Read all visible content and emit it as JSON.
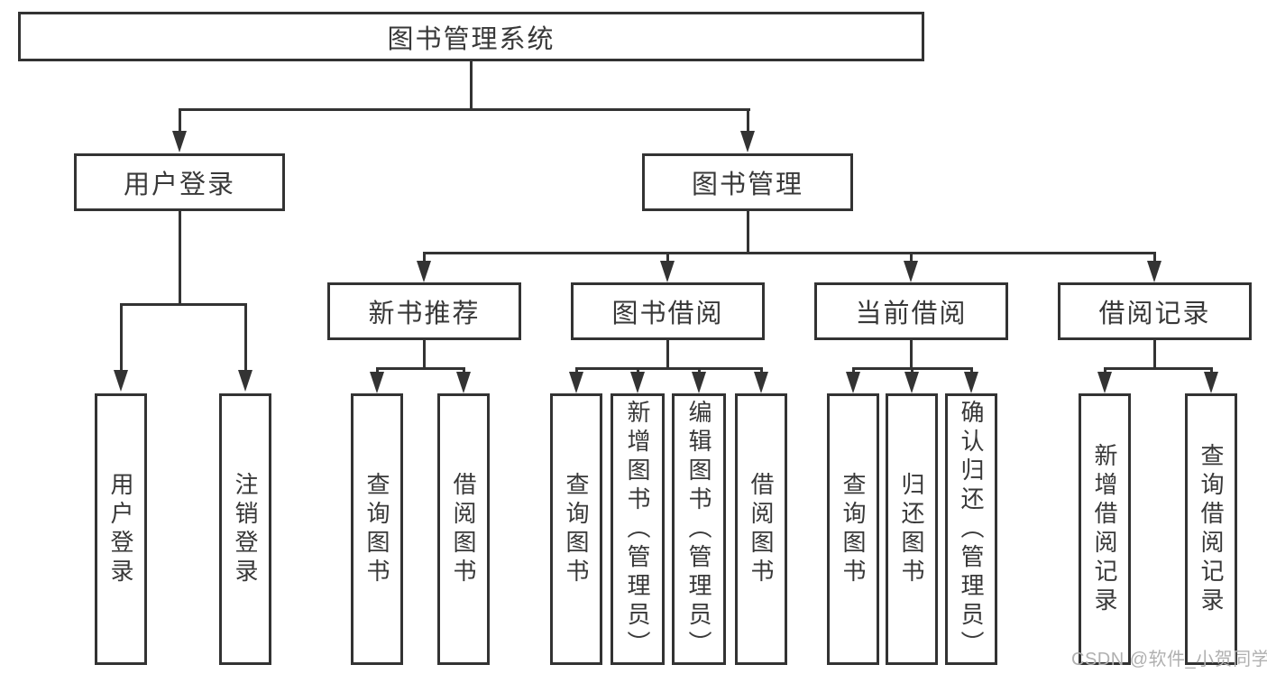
{
  "diagram": {
    "title": "图书管理系统",
    "root": {
      "label": "图书管理系统"
    },
    "level2": [
      {
        "label": "用户登录"
      },
      {
        "label": "图书管理"
      }
    ],
    "level3": [
      {
        "label": "新书推荐",
        "parent": "图书管理"
      },
      {
        "label": "图书借阅",
        "parent": "图书管理"
      },
      {
        "label": "当前借阅",
        "parent": "图书管理"
      },
      {
        "label": "借阅记录",
        "parent": "图书管理"
      }
    ],
    "leaves": [
      {
        "label": "用户登录",
        "parent": "用户登录"
      },
      {
        "label": "注销登录",
        "parent": "用户登录"
      },
      {
        "label": "查询图书",
        "parent": "新书推荐"
      },
      {
        "label": "借阅图书",
        "parent": "新书推荐"
      },
      {
        "label": "查询图书",
        "parent": "图书借阅"
      },
      {
        "label": "新增图书（管理员）",
        "parent": "图书借阅"
      },
      {
        "label": "编辑图书（管理员）",
        "parent": "图书借阅"
      },
      {
        "label": "借阅图书",
        "parent": "图书借阅"
      },
      {
        "label": "查询图书",
        "parent": "当前借阅"
      },
      {
        "label": "归还图书",
        "parent": "当前借阅"
      },
      {
        "label": "确认归还（管理员）",
        "parent": "当前借阅"
      },
      {
        "label": "新增借阅记录",
        "parent": "借阅记录"
      },
      {
        "label": "查询借阅记录",
        "parent": "借阅记录"
      }
    ]
  },
  "watermark": {
    "text": "CSDN @软件_小贺同学"
  },
  "colors": {
    "line": "#333333",
    "box_border": "#333333",
    "text": "#383838",
    "watermark": "#b0b0b0",
    "background": "#ffffff"
  }
}
